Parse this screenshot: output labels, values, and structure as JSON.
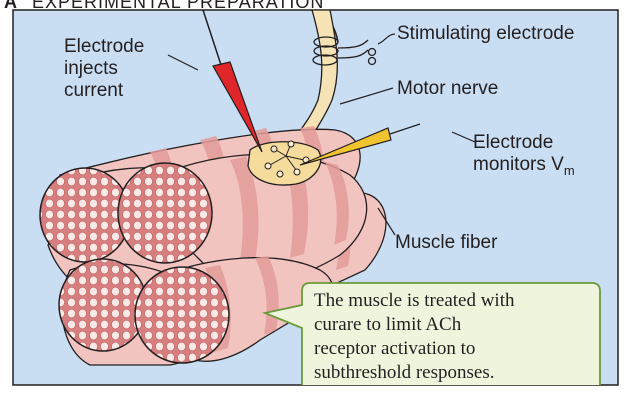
{
  "panel": {
    "heading_letter": "A",
    "heading": "EXPERIMENTAL PREPARATION",
    "background_color": "#c9def2"
  },
  "labels": {
    "electrode_injects": [
      "Electrode",
      "injects",
      "current"
    ],
    "stimulating_electrode": "Stimulating electrode",
    "motor_nerve": "Motor nerve",
    "electrode_monitors_line1": "Electrode",
    "electrode_monitors_line2": "monitors V",
    "electrode_monitors_sub": "m",
    "muscle_fiber": "Muscle fiber"
  },
  "note": {
    "lines": [
      "The muscle is treated with",
      "curare to limit ACh",
      "receptor activation to",
      "subthreshold responses."
    ],
    "background_color": "#eef5dc",
    "border_color": "#6a9a3a"
  },
  "colors": {
    "muscle": "#f2c4c0",
    "muscle_band": "#e39c99",
    "muscle_end": "#d77f7f",
    "nerve": "#f6e3b5",
    "endplate": "#f5dc9c",
    "injecting_electrode": "#e0262b",
    "monitoring_electrode": "#f0c431"
  }
}
